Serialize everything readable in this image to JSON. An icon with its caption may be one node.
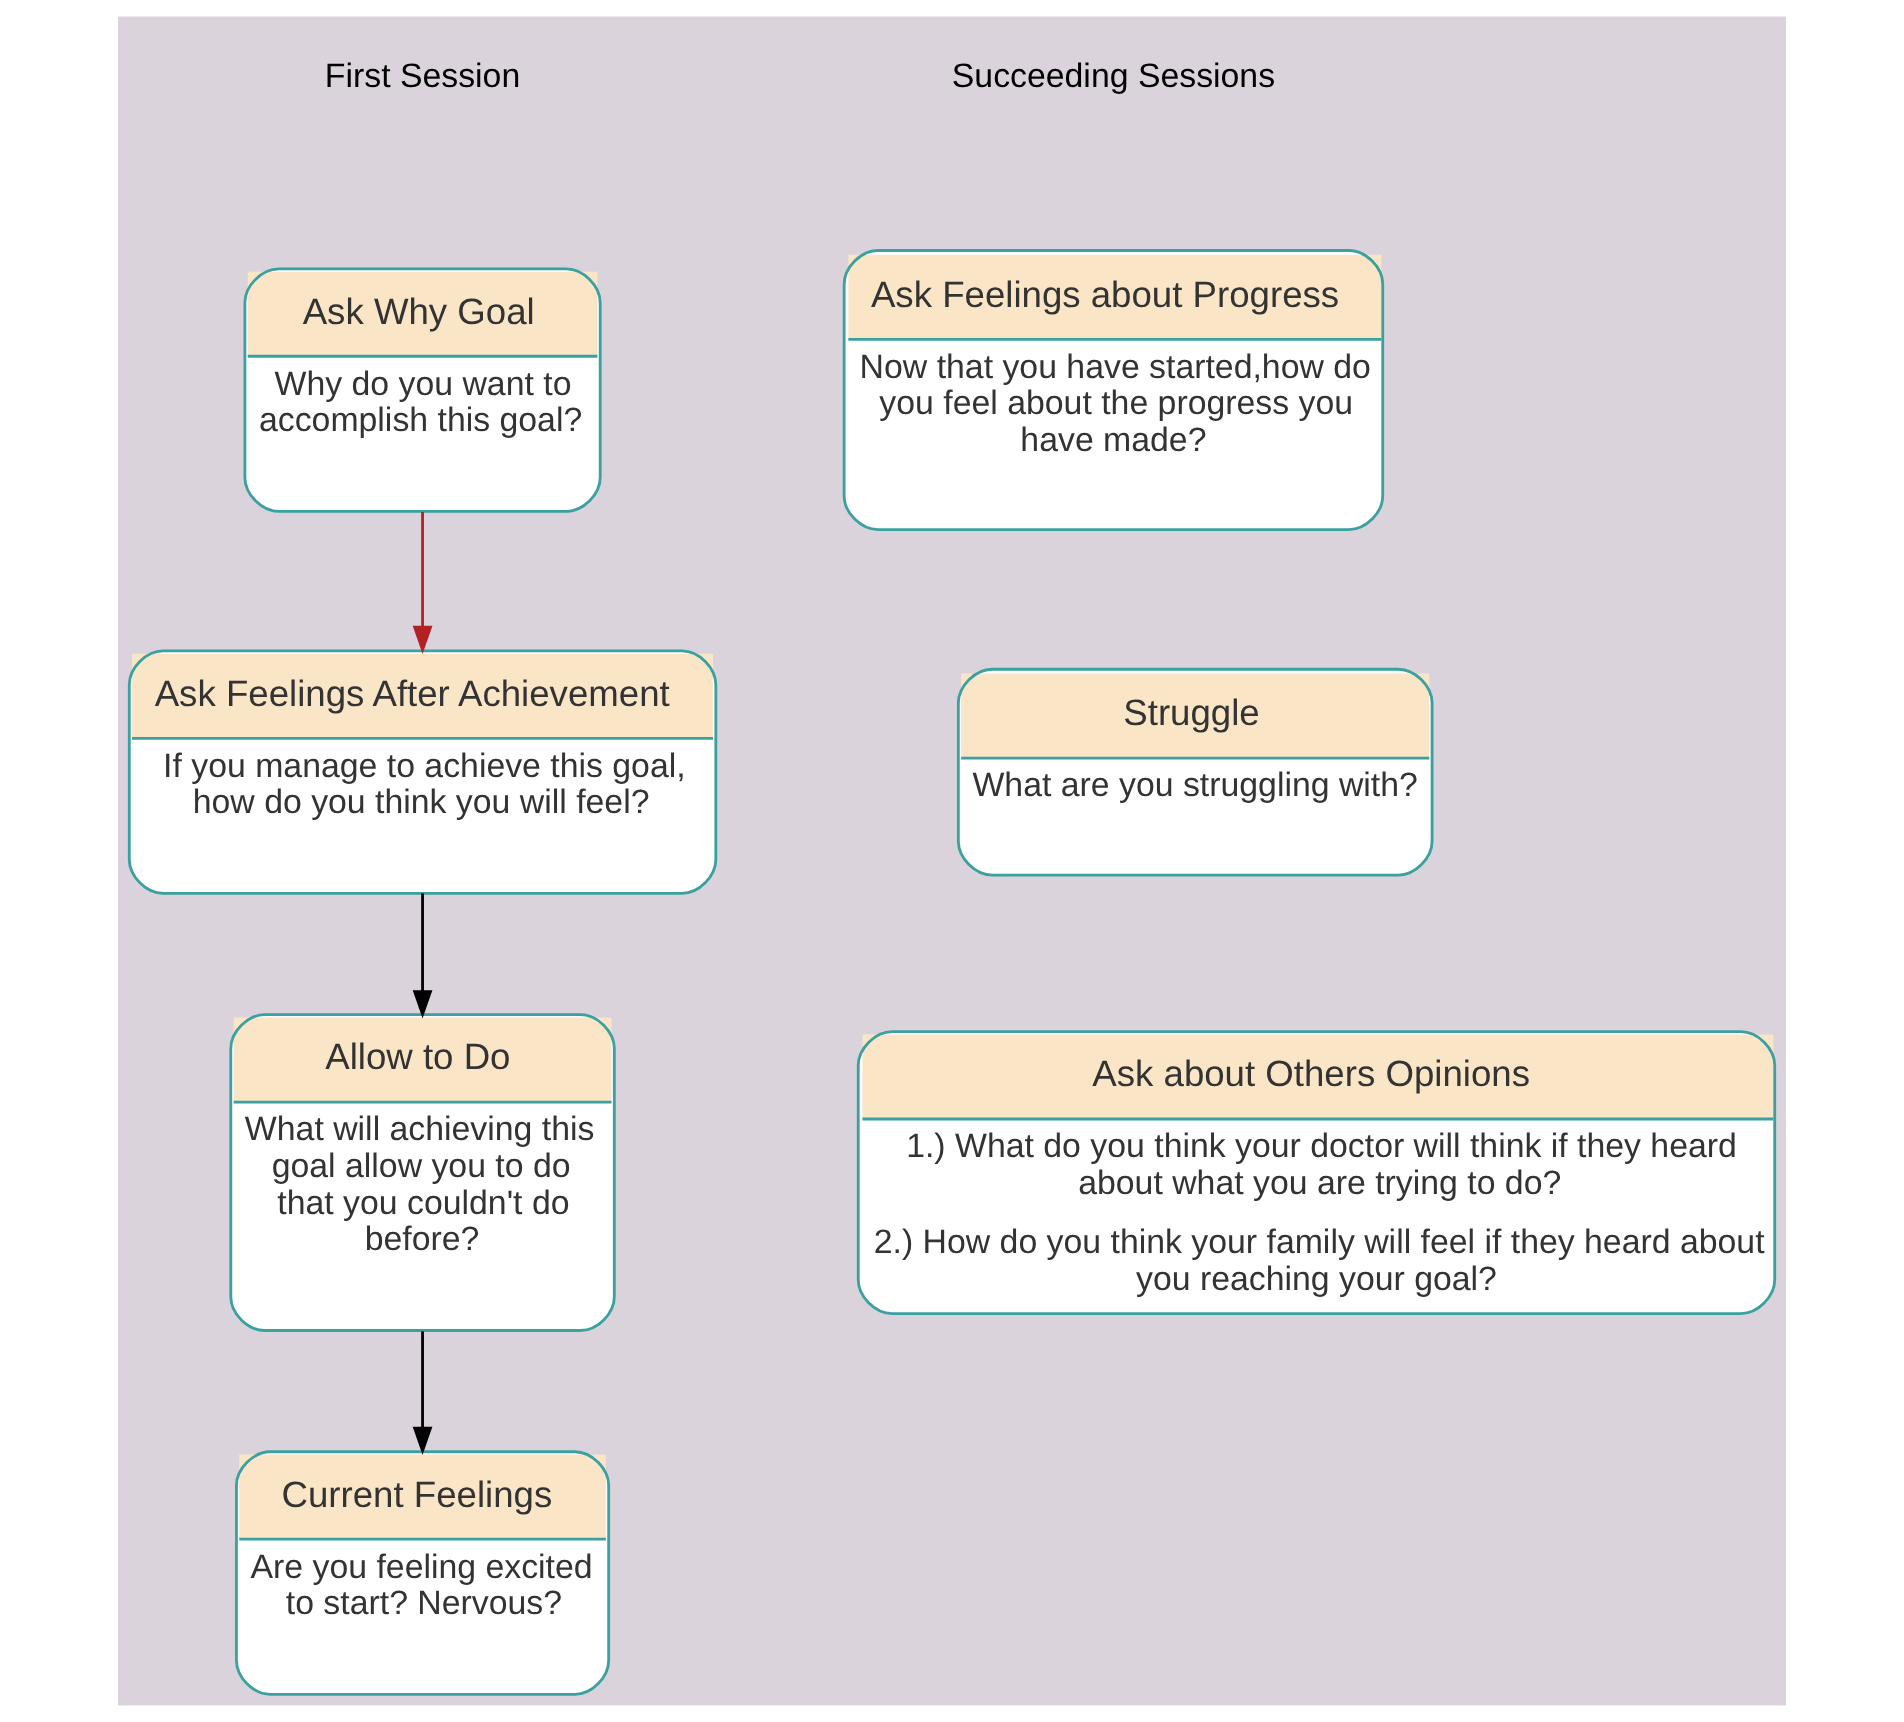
{
  "diagram": {
    "nodes": [
      {
        "text": [
          "Ask Why Goal",
          "Why do you want to accomplish this goal?"
        ]
      },
      {
        "text": [
          "Ask Feelings After Achievement",
          "If you manage to achieve this goal, how do you think you will feel?"
        ]
      },
      {
        "text": [
          "Allow to Do",
          "What will achieving this goal allow you to do that you couldn't do before?"
        ]
      },
      {
        "text": [
          "Current Feelings",
          "Are you feeling excited to start? Nervous?"
        ]
      },
      {
        "text": [
          "Ask Feelings about Progress",
          "Now that you have started,how do you feel about the progress you have made?"
        ]
      },
      {
        "text": [
          "Struggle",
          "What are you struggling with?"
        ]
      },
      {
        "text": [
          "Ask about Others Opinions",
          "1.) What do you think your doctor will think if they heard about what you are trying to do?",
          "2.) How do you think your family will feel if they heard about you reaching your goal?"
        ]
      }
    ],
    "edges": [
      {
        "from": 0,
        "to": 1,
        "arrow": "to",
        "color": "#b22222"
      },
      {
        "from": 1,
        "to": 2,
        "arrow": "to"
      },
      {
        "from": 2,
        "to": 3,
        "arrow": "to"
      }
    ],
    "labels": [
      "First Session",
      "Succeeding Sessions"
    ]
  }
}
